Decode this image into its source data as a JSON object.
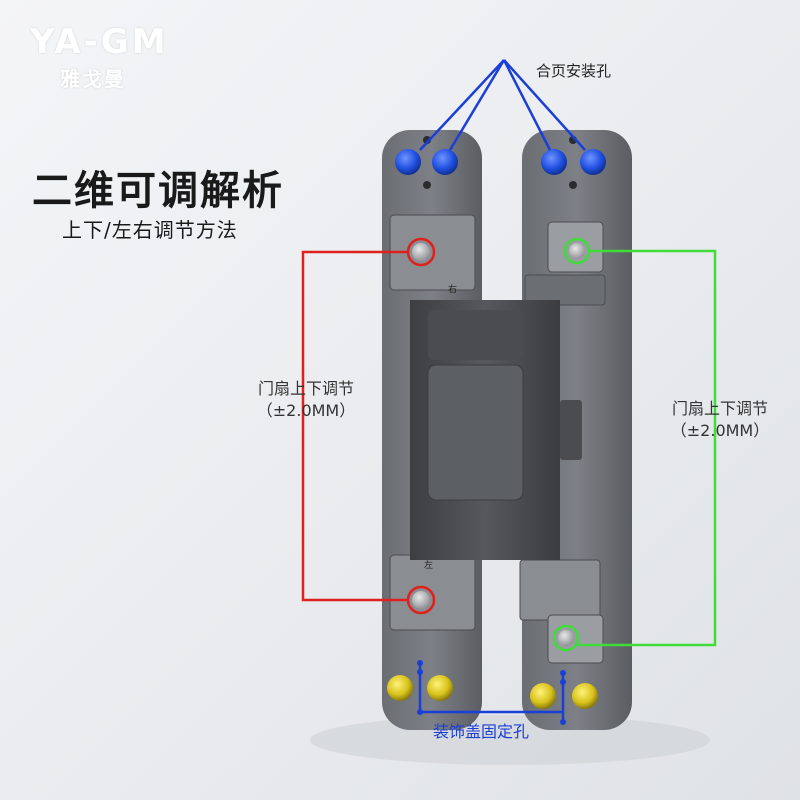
{
  "brand": {
    "logo_text": "YA-GM",
    "logo_sub": "雅戈曼"
  },
  "heading": {
    "title": "二维可调解析",
    "subtitle": "上下/左右调节方法"
  },
  "labels": {
    "hinge_holes": "合页安装孔",
    "left_adjust_line1": "门扇上下调节",
    "left_adjust_line2": "（±2.0MM）",
    "right_adjust_line1": "门扇上下调节",
    "right_adjust_line2": "（±2.0MM）",
    "cover_holes": "装饰盖固定孔",
    "plate_mark_top": "右",
    "plate_mark_bottom": "左"
  },
  "colors": {
    "red_marker": "#e0201c",
    "green_marker": "#3fdc3a",
    "blue_marker": "#1a3fd8",
    "hinge_body": "#5b5e63",
    "screw_blue": "#1f4fe0",
    "screw_yellow": "#d8c21a"
  }
}
